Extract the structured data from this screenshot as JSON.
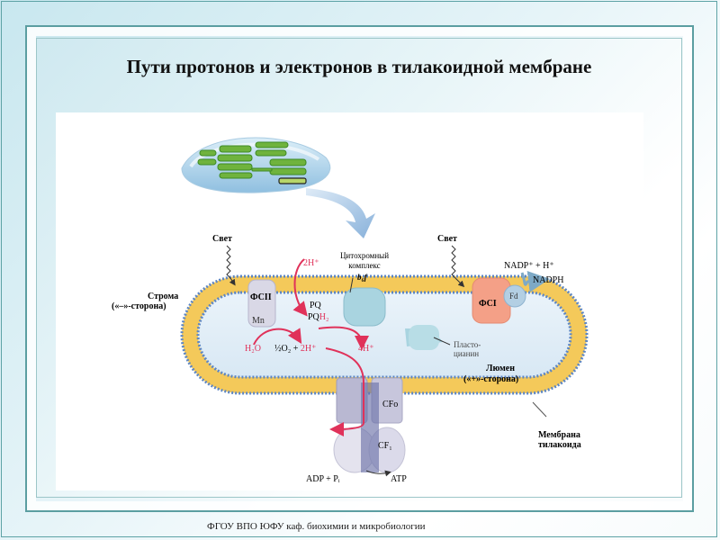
{
  "slide": {
    "title": "Пути протонов и электронов в тилакоидной мембране",
    "footer": "ФГОУ ВПО ЮФУ  каф. биохимии и микробиологии"
  },
  "diagram": {
    "light_left": "Свет",
    "light_right": "Свет",
    "stroma_label_1": "Строма",
    "stroma_label_2": "(«–»-сторона)",
    "psii": "ФСII",
    "mn": "Mn",
    "h2o": "H₂O",
    "o2_part": "½O₂ + ",
    "h2_plus": "2H⁺",
    "top_2h": "2H⁺",
    "pq": "PQ",
    "pqh_base": "PQ",
    "pqh_h": "H₂",
    "cyt_1": "Цитохромный",
    "cyt_2": "комплекс",
    "cyt_3": "b₆f",
    "four_h": "4H⁺",
    "psi": "ФСI",
    "fd": "Fd",
    "nadp": "NADP⁺ + H⁺",
    "nadph": "NADPH",
    "plasto_1": "Пласто-",
    "plasto_2": "цианин",
    "lumen_1": "Люмен",
    "lumen_2": "(«+»-сторона)",
    "cfo": "CFo",
    "cf1": "CF₁",
    "adp": "ADP + Pᵢ",
    "atp": "ATP",
    "membrane_1": "Мембрана",
    "membrane_2": "тилакоида"
  }
}
